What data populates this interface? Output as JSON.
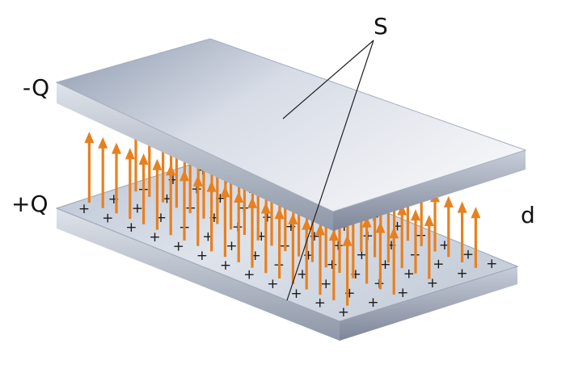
{
  "labels": {
    "top_charge": "-Q",
    "bottom_charge": "+Q",
    "area": "S",
    "separation": "d"
  },
  "symbols": {
    "charge_sign": "+"
  },
  "colors": {
    "arrow": "#e8801e",
    "plate_light": "#eef1f6",
    "plate_mid": "#c3cad8",
    "plate_dark": "#8d96a8",
    "label": "#111111"
  }
}
